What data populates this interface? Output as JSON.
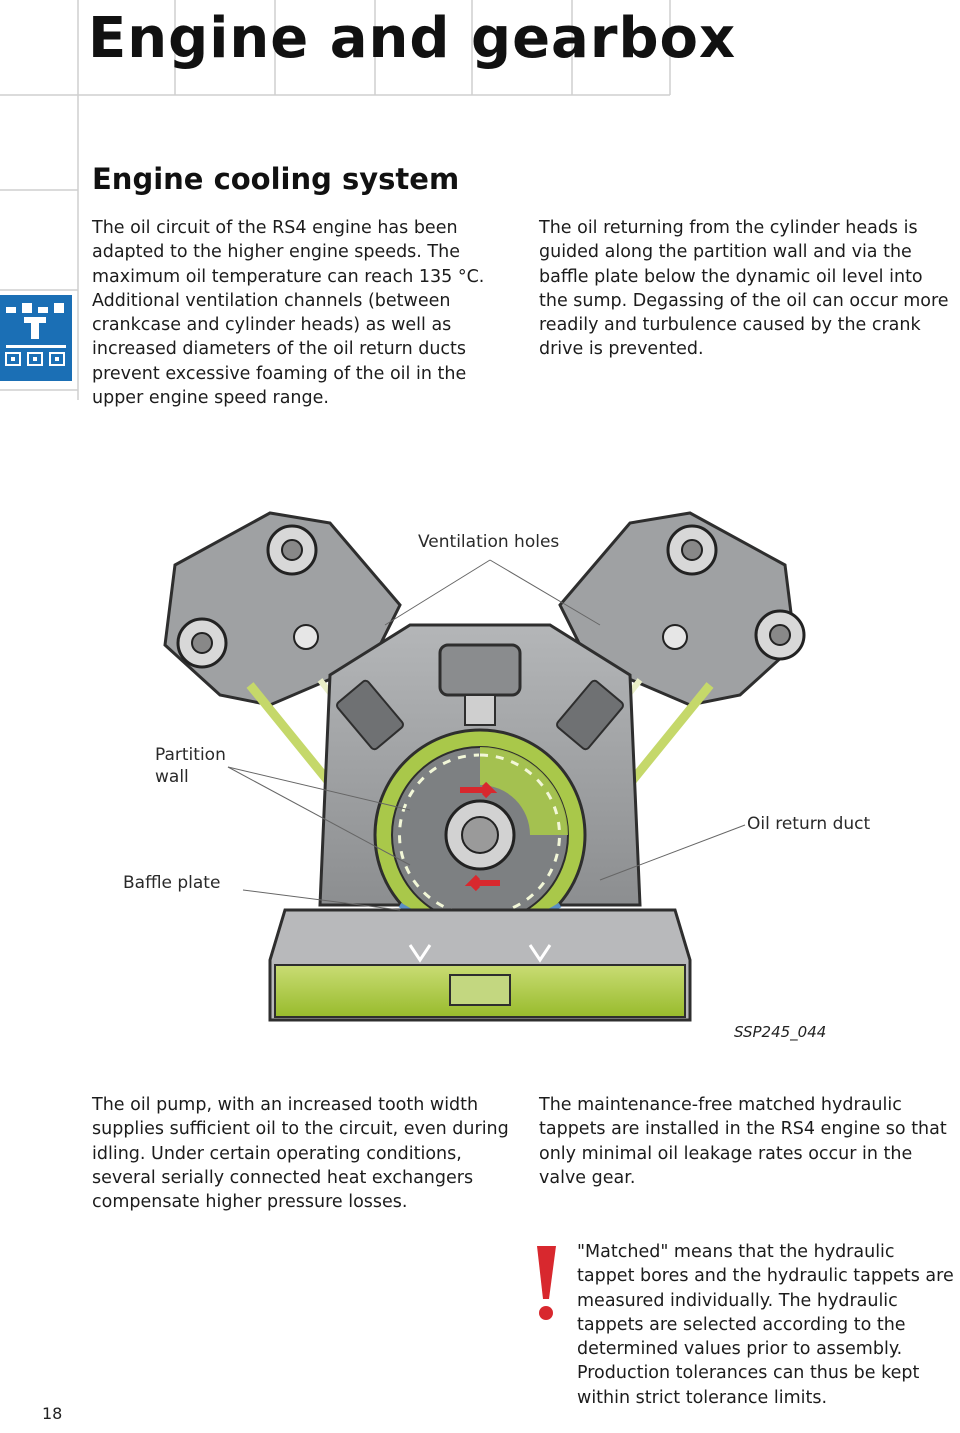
{
  "header": {
    "title": "Engine and gearbox"
  },
  "section": {
    "heading": "Engine cooling system"
  },
  "paragraphs": {
    "intro_left": "The oil circuit of the RS4 engine has been adapted to the higher engine speeds. The maximum oil temperature can reach 135 °C. Additional ventilation channels (between crankcase and cylinder heads) as well as increased diameters of the oil return ducts prevent excessive foaming of the oil in the upper engine speed range.",
    "intro_right": "The oil returning from the cylinder heads is guided along the partition wall and via the baffle plate below the dynamic oil level into the sump. Degassing of the oil can occur more readily and turbulence caused by the crank drive is prevented.",
    "pump_text": "The oil pump, with an increased tooth width supplies sufficient oil to the circuit, even during idling. Under certain operating conditions, several serially connected heat exchangers compensate higher pressure losses.",
    "tappets_text": "The maintenance-free matched hydraulic tappets are installed in the RS4 engine so that only minimal oil leakage rates occur in the valve gear.",
    "note_text": "\"Matched\" means that the hydraulic tappet bores and the hydraulic tappets are measured individually. The hydraulic tappets are selected according to the determined values prior to assembly. Production tolerances can thus be kept within strict tolerance limits."
  },
  "diagram": {
    "labels": {
      "ventilation_holes": "Ventilation holes",
      "partition_wall_line1": "Partition",
      "partition_wall_line2": "wall",
      "oil_return_duct": "Oil return duct",
      "baffle_plate": "Baffle plate"
    },
    "caption": "SSP245_044"
  },
  "footer": {
    "page_number": "18"
  },
  "colors": {
    "oil_green": "#a8c83a",
    "engine_grey": "#9a9c9e",
    "warning_red": "#d8282e",
    "icon_blue": "#1b6fb5"
  },
  "icons": {
    "side_icon": "engine-section-icon",
    "warning": "exclamation-icon"
  }
}
